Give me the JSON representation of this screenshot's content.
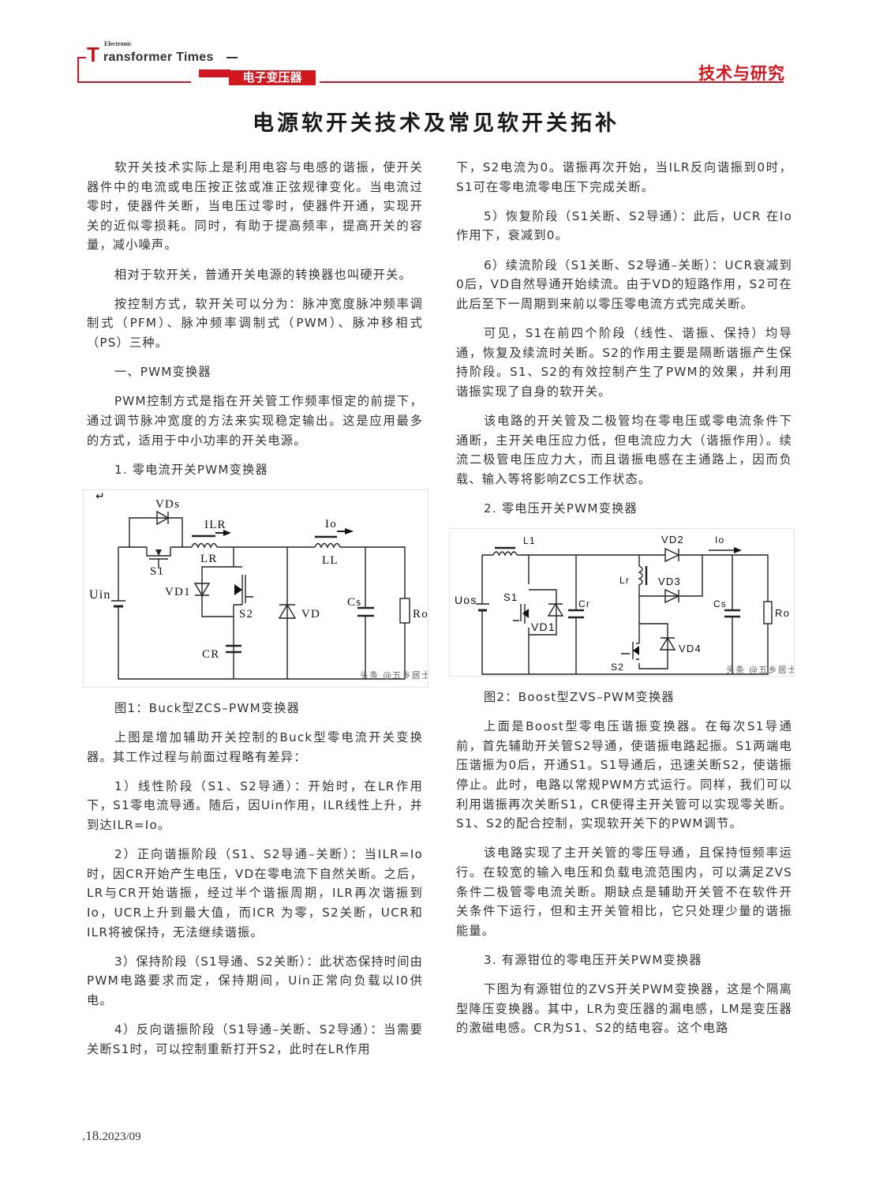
{
  "header": {
    "logo_big_letter": "T",
    "logo_rest": "ransformer Times",
    "logo_small": "Electronic",
    "magazine_cn": "电子变压器",
    "section": "技术与研究",
    "accent_color": "#d3171e"
  },
  "article": {
    "title": "电源软开关技术及常见软开关拓补",
    "left": [
      "软开关技术实际上是利用电容与电感的谐振，使开关器件中的电流或电压按正弦或准正弦规律变化。当电流过零时，使器件关断，当电压过零时，使器件开通，实现开关的近似零损耗。同时，有助于提高频率，提高开关的容量，减小噪声。",
      "相对于软开关，普通开关电源的转换器也叫硬开关。",
      "按控制方式，软开关可以分为：脉冲宽度脉冲频率调制式（PFM）、脉冲频率调制式（PWM）、脉冲移相式（PS）三种。",
      "一、PWM变换器",
      "PWM控制方式是指在开关管工作频率恒定的前提下，通过调节脉冲宽度的方法来实现稳定输出。这是应用最多的方式，适用于中小功率的开关电源。",
      "1. 零电流开关PWM变换器"
    ],
    "left_after": [
      "上图是增加辅助开关控制的Buck型零电流开关变换器。其工作过程与前面过程略有差异：",
      "1）线性阶段（S1、S2导通）：开始时，在LR作用下，S1零电流导通。随后，因Uin作用，ILR线性上升，并到达ILR=Io。",
      "2）正向谐振阶段（S1、S2导通–关断）：当ILR=Io时，因CR开始产生电压，VD在零电流下自然关断。之后，LR与CR开始谐振，经过半个谐振周期，ILR再次谐振到Io，UCR上升到最大值，而ICR 为零，S2关断，UCR和ILR将被保持，无法继续谐振。",
      "3）保持阶段（S1导通、S2关断）：此状态保持时间由PWM电路要求而定，保持期间，Uin正常向负载以I0供电。",
      "4）反向谐振阶段（S1导通–关断、S2导通）：当需要关断S1时，可以控制重新打开S2，此时在LR作用"
    ],
    "right": [
      "下，S2电流为0。谐振再次开始，当ILR反向谐振到0时，S1可在零电流零电压下完成关断。",
      "5）恢复阶段（S1关断、S2导通）：此后，UCR 在Io作用下，衰减到0。",
      "6）续流阶段（S1关断、S2导通–关断）：UCR衰减到0后，VD自然导通开始续流。由于VD的短路作用，S2可在此后至下一周期到来前以零压零电流方式完成关断。",
      "可见，S1在前四个阶段（线性、谐振、保持）均导通，恢复及续流时关断。S2的作用主要是隔断谐振产生保持阶段。S1、S2的有效控制产生了PWM的效果，并利用谐振实现了自身的软开关。",
      "该电路的开关管及二极管均在零电压或零电流条件下通断，主开关电压应力低，但电流应力大（谐振作用）。续流二极管电压应力大，而且谐振电感在主通路上，因而负载、输入等将影响ZCS工作状态。",
      "2. 零电压开关PWM变换器"
    ],
    "right_after": [
      "上面是Boost型零电压谐振变换器。在每次S1导通前，首先辅助开关管S2导通，使谐振电路起振。S1两端电压谐振为0后，开通S1。S1导通后，迅速关断S2，使谐振停止。此时，电路以常规PWM方式运行。同样，我们可以利用谐振再次关断S1，CR使得主开关管可以实现零关断。S1、S2的配合控制，实现软开关下的PWM调节。",
      "该电路实现了主开关管的零压导通，且保持恒频率运行。在较宽的输入电压和负载电流范围内，可以满足ZVS条件二极管零电流关断。期缺点是辅助开关管不在软件开关条件下运行，但和主开关管相比，它只处理少量的谐振能量。",
      "3. 有源钳位的零电压开关PWM变换器",
      "下图为有源钳位的ZVS开关PWM变换器，这是个隔离型降压变换器。其中，LR为变压器的漏电感，LM是变压器的激磁电感。CR为S1、S2的结电容。这个电路"
    ]
  },
  "figure1": {
    "caption": "图1：Buck型ZCS–PWM变换器",
    "labels": {
      "vds": "VDs",
      "ilr": "ILR",
      "lr": "LR",
      "s1": "S1",
      "uin": "Uin",
      "vd1": "VD1",
      "s2": "S2",
      "cr": "CR",
      "vd": "VD",
      "io": "Io",
      "ll": "LL",
      "cs": "Cs",
      "ro": "Ro"
    },
    "watermark": "头条 @五乡居士"
  },
  "figure2": {
    "caption": "图2：Boost型ZVS–PWM变换器",
    "labels": {
      "l1": "L1",
      "uos": "Uos",
      "s1": "S1",
      "vd1": "VD1",
      "cr": "Cr",
      "lr": "Lr",
      "vd2": "VD2",
      "vd3": "VD3",
      "vd4": "VD4",
      "s2": "S2",
      "io": "Io",
      "cs": "Cs",
      "ro": "Ro"
    },
    "watermark": "头条 @五乡居士"
  },
  "footer": {
    "page": ".18.",
    "date": "2023/09"
  }
}
